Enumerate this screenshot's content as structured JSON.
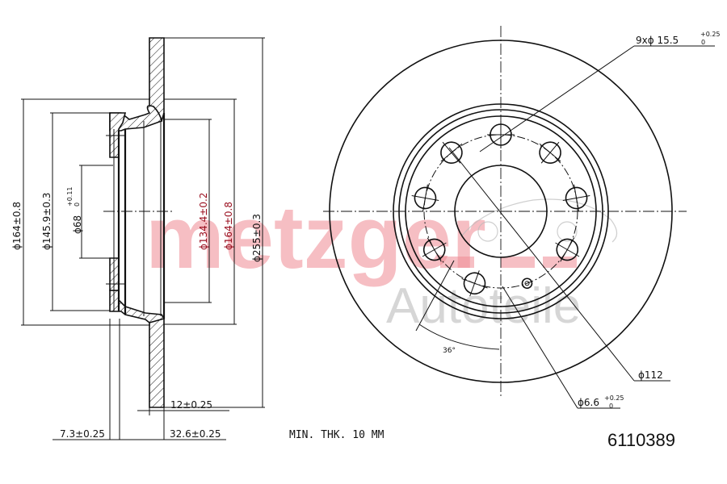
{
  "brand": {
    "watermark_primary": "metzger",
    "watermark_secondary": "Autoteile",
    "watermark_color": "#ef8a93"
  },
  "section_view": {
    "dimensions": {
      "d_outer_hub": "ϕ164±0.8",
      "d_hat_inner": "ϕ145.9±0.3",
      "d_center_bore": "ϕ68",
      "d_center_bore_tol_upper": "+0.11",
      "d_center_bore_tol_lower": "0",
      "d_friction_inner": "ϕ134.4±0.2",
      "d_hub_right": "ϕ164±0.8",
      "d_disc_outer": "ϕ255±0.3",
      "thickness": "12±0.25",
      "hat_offset": "7.3±0.25",
      "total_height": "32.6±0.25"
    }
  },
  "front_view": {
    "bolt_holes": {
      "label": "9xϕ 15.5",
      "tol_upper": "+0.25",
      "tol_lower": "0",
      "count": 9
    },
    "pcd_label": "ϕ112",
    "pin_hole": {
      "label": "ϕ6.6",
      "tol_upper": "+0.25",
      "tol_lower": "0"
    },
    "angle_label": "36°"
  },
  "notes": {
    "min_thickness": "MIN. THK. 10 MM"
  },
  "part_number": "6110389"
}
